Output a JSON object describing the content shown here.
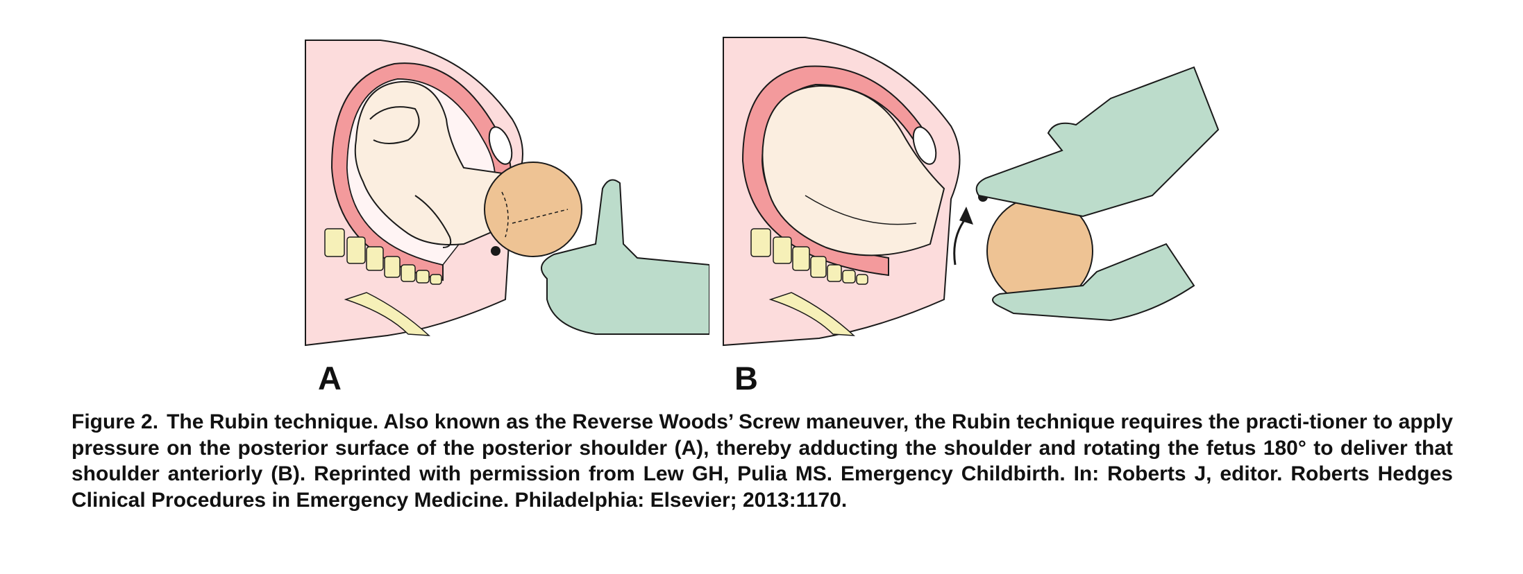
{
  "figure": {
    "panels": [
      {
        "label": "A",
        "depicts": "posterior shoulder pressure"
      },
      {
        "label": "B",
        "depicts": "rotation of fetus and anterior delivery of shoulder"
      }
    ],
    "caption": {
      "number": "Figure 2.",
      "text": "The Rubin technique. Also known as the Reverse Woods’ Screw maneuver, the Rubin technique requires the practi-tioner to apply pressure on the posterior surface of the posterior shoulder (A), thereby adducting the shoulder and rotating the fetus 180° to deliver that shoulder anteriorly (B). Reprinted with permission from Lew GH, Pulia MS. Emergency Childbirth. In: Roberts J, editor. Roberts Hedges Clinical Procedures in Emergency Medicine. Philadelphia: Elsevier; 2013:1170."
    },
    "colors": {
      "tissue_light": "#fcdcdc",
      "uterus_wall": "#f39a9c",
      "skin": "#fbeee0",
      "head": "#eec394",
      "glove": "#bcdccb",
      "bone": "#f6f0b8",
      "outline": "#1a1a1a"
    },
    "icons": [
      "medical-illustration",
      "gloved-hand",
      "arrow"
    ]
  }
}
